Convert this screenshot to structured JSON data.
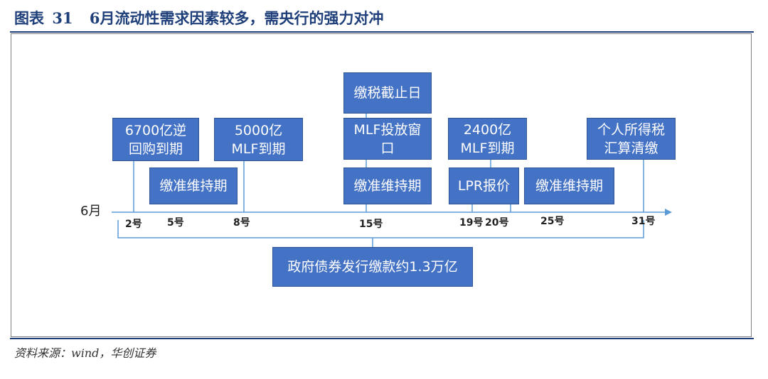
{
  "figure": {
    "label": "图表",
    "number": "31",
    "caption": "6月流动性需求因素较多，需央行的强力对冲"
  },
  "timeline": {
    "month_label": "6月",
    "ticks": [
      "2号",
      "5号",
      "8号",
      "15号",
      "19号",
      "20号",
      "25号",
      "31号"
    ]
  },
  "events": {
    "reverse_repo": "6700亿逆\n回购到期",
    "mlf_5000": "5000亿\nMLF到期",
    "tax_deadline": "缴税截止日",
    "mlf_issue": "MLF投放窗\n口",
    "mlf_2400": "2400亿\nMLF到期",
    "income_tax": "个人所得税\n汇算清缴",
    "rrr_1": "缴准维持期",
    "rrr_2": "缴准维持期",
    "rrr_3": "缴准维持期",
    "lpr": "LPR报价",
    "gov_bond": "政府债券发行缴款约1.3万亿"
  },
  "colors": {
    "box_fill": "#4472c4",
    "title_color": "#1f3f7a",
    "axis_color": "#5b9bd5"
  },
  "source": "资料来源：wind，华创证券"
}
